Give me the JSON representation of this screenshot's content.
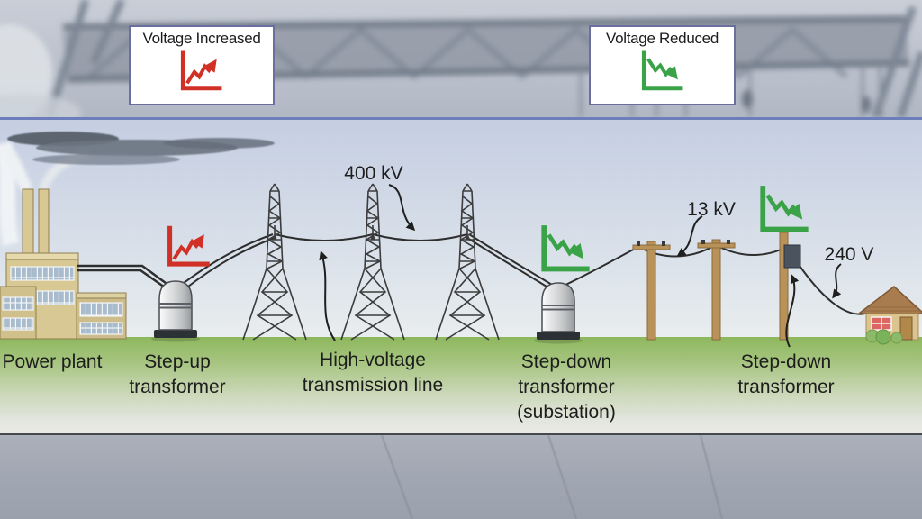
{
  "callouts": [
    {
      "label": "Voltage Increased",
      "icon": "voltage-rise-chart-icon",
      "trend": "up",
      "color": "#d03026"
    },
    {
      "label": "Voltage Reduced",
      "icon": "voltage-drop-chart-icon",
      "trend": "down",
      "color": "#3aa348"
    }
  ],
  "annotations": {
    "transmission_voltage": "400 kV",
    "distribution_voltage": "13 kV",
    "service_voltage": "240 V"
  },
  "stages": [
    {
      "name": "power-plant",
      "label_lines": [
        "Power plant"
      ]
    },
    {
      "name": "step-up-transformer",
      "label_lines": [
        "Step-up",
        "transformer"
      ]
    },
    {
      "name": "high-voltage-transmission-line",
      "label_lines": [
        "High-voltage",
        "transmission line"
      ]
    },
    {
      "name": "step-down-transformer-substation",
      "label_lines": [
        "Step-down",
        "transformer",
        "(substation)"
      ]
    },
    {
      "name": "step-down-transformer-pole",
      "label_lines": [
        "Step-down",
        "transformer"
      ]
    }
  ],
  "colors": {
    "increase_icon_red": "#d03026",
    "decrease_icon_green": "#3aa348",
    "band_top_border_blue": "#6d7fba",
    "grass_green": "#8db75d",
    "sky_blue": "#c5cee2",
    "wire_dark": "#2e2e2e",
    "label_text": "#1d1d1d"
  }
}
